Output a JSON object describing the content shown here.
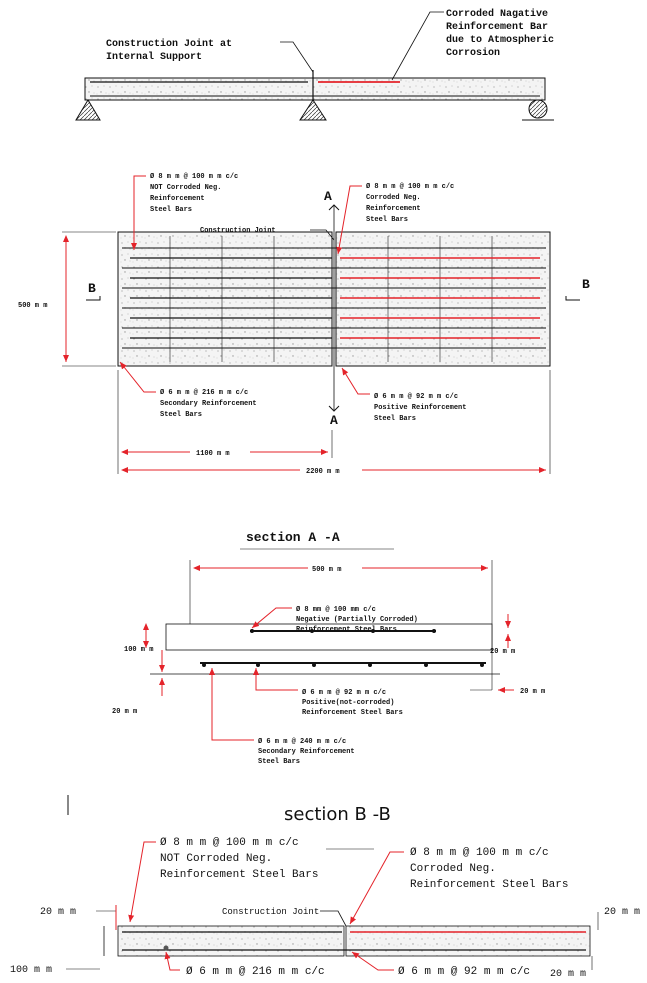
{
  "colors": {
    "red": "#e4232a",
    "black": "#111111",
    "concrete": "#f2f2f2"
  },
  "elevation": {
    "joint_label_1": "Construction Joint at",
    "joint_label_2": "Internal Support",
    "corroded_1": "Corroded Nagative",
    "corroded_2": "Reinforcement Bar",
    "corroded_3": "due to Atmospheric",
    "corroded_4": "Corrosion"
  },
  "plan": {
    "nc_1": "Ø 8 m m @ 100 m m c/c",
    "nc_2": "NOT Corroded Neg.",
    "nc_3": "Reinforcement",
    "nc_4": "Steel Bars",
    "c_1": "Ø 8 m m @ 100 m m c/c",
    "c_2": "Corroded Neg.",
    "c_3": "Reinforcement",
    "c_4": "Steel Bars",
    "joint": "Construction Joint",
    "sec_a": "A",
    "sec_b": "B",
    "height": "500 m m",
    "sec_1": "Ø 6 m m @ 216 m m c/c",
    "sec_2": "Secondary Reinforcement",
    "sec_3": "Steel Bars",
    "pos_1": "Ø 6 m m @ 92 m m c/c",
    "pos_2": "Positive Reinforcement",
    "pos_3": "Steel Bars",
    "half_len": "1100 m m",
    "full_len": "2200 m m"
  },
  "section_a": {
    "title": "section A -A",
    "width": "500 m m",
    "neg_1": "Ø 8 mm @ 100 mm c/c",
    "neg_2": "Negative (Partially Corroded)",
    "neg_3": "Reinforcement Steel Bars",
    "cover_top": "20 m m",
    "depth": "100 m m",
    "cover_bot_left": "20 m m",
    "cover_bot_right": "20 m m",
    "pos_1": "Ø 6 m m @ 92 m m c/c",
    "pos_2": "Positive(not-corroded)",
    "pos_3": "Reinforcement Steel Bars",
    "sec_1": "Ø 6 m m @ 240 m m c/c",
    "sec_2": "Secondary Reinforcement",
    "sec_3": "Steel Bars"
  },
  "section_b": {
    "title": "section B -B",
    "nc_1": "Ø 8 m m @ 100 m m c/c",
    "nc_2": "NOT Corroded Neg.",
    "nc_3": "Reinforcement Steel Bars",
    "c_1": "Ø 8 m m @ 100 m m c/c",
    "c_2": "Corroded Neg.",
    "c_3": "Reinforcement Steel Bars",
    "cover_left": "20 m m",
    "joint": "Construction Joint",
    "cover_right": "20 m m",
    "depth": "100 m m",
    "sec_1": "Ø 6 m m @ 216 m m c/c",
    "pos_1": "Ø 6 m m @ 92 m m c/c",
    "cover_bot_right": "20 m m"
  }
}
